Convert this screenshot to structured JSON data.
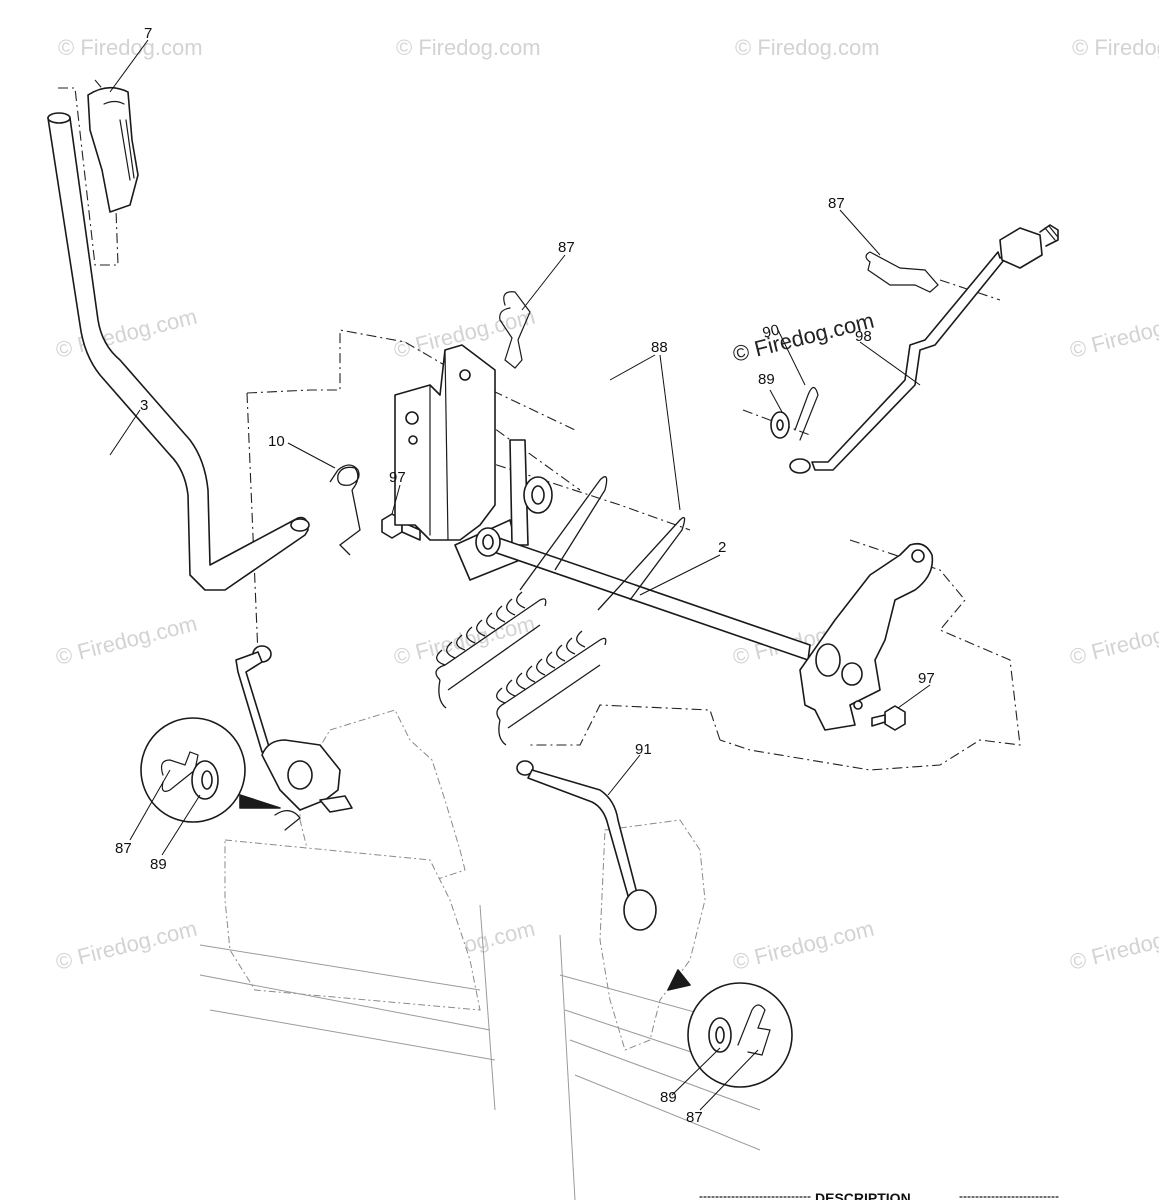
{
  "watermark": {
    "text": "© Firedog.com"
  },
  "callouts": {
    "c7": "7",
    "c3": "3",
    "c10": "10",
    "c97_left": "97",
    "c87_top": "87",
    "c88": "88",
    "c2": "2",
    "c87_right": "87",
    "c90": "90",
    "c98": "98",
    "c89_right": "89",
    "c97_right": "97",
    "c91": "91",
    "c87_inset_left": "87",
    "c89_inset_left": "89",
    "c89_inset_right": "89",
    "c87_inset_right": "87"
  },
  "footer": {
    "description_label": "DESCRIPTION"
  }
}
